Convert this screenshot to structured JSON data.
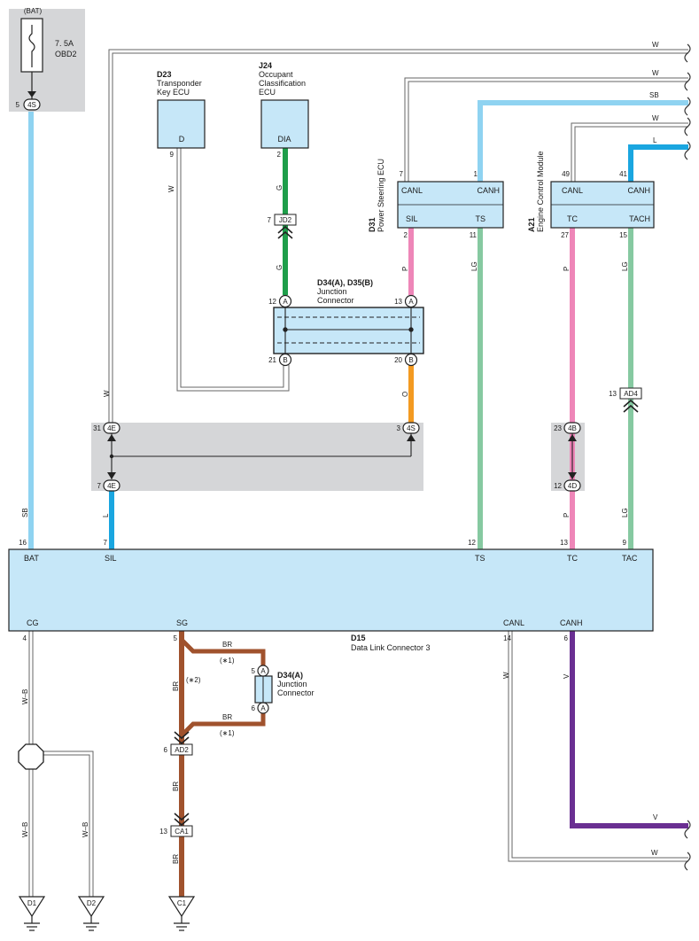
{
  "fuse": {
    "source": "(BAT)",
    "rating": "7. 5A",
    "name": "OBD2",
    "pin": "5",
    "connector": "4S"
  },
  "components": {
    "d23": {
      "code": "D23",
      "name1": "Transponder",
      "name2": "Key ECU",
      "pin_label": "D",
      "pin_num": "9"
    },
    "j24": {
      "code": "J24",
      "name1": "Occupant",
      "name2": "Classification",
      "name3": "ECU",
      "pin_label": "DIA",
      "pin_num": "2"
    },
    "d31": {
      "code": "D31",
      "name": "Power Steering ECU",
      "canl": "CANL",
      "canh": "CANH",
      "sil": "SIL",
      "ts": "TS",
      "canl_pin": "7",
      "canh_pin": "1",
      "sil_pin": "2",
      "ts_pin": "11"
    },
    "a21": {
      "code": "A21",
      "name": "Engine Control Module",
      "canl": "CANL",
      "canh": "CANH",
      "tc": "TC",
      "tach": "TACH",
      "canl_pin": "49",
      "canh_pin": "41",
      "tc_pin": "27",
      "tach_pin": "15"
    },
    "jc_main": {
      "code": "D34(A), D35(B)",
      "name1": "Junction",
      "name2": "Connector",
      "pin_a_left": "12",
      "pin_a_right": "13",
      "pin_b_left": "21",
      "pin_b_right": "20",
      "a": "A",
      "b": "B"
    },
    "jc_small": {
      "code": "D34(A)",
      "name1": "Junction",
      "name2": "Connector",
      "pin_top": "5",
      "pin_bottom": "6",
      "a": "A"
    },
    "dlc": {
      "code": "D15",
      "name": "Data Link Connector 3",
      "bat": "BAT",
      "sil": "SIL",
      "ts": "TS",
      "tc": "TC",
      "tac": "TAC",
      "cg": "CG",
      "sg": "SG",
      "canl": "CANL",
      "canh": "CANH",
      "bat_pin": "16",
      "sil_pin": "7",
      "ts_pin": "12",
      "tc_pin": "13",
      "tac_pin": "9",
      "cg_pin": "4",
      "sg_pin": "5",
      "canl_pin": "14",
      "canh_pin": "6"
    }
  },
  "inline_connectors": {
    "jd2": {
      "code": "JD2",
      "pin": "7"
    },
    "ad4": {
      "code": "AD4",
      "pin": "13"
    },
    "ad2": {
      "code": "AD2",
      "pin": "6"
    },
    "ca1": {
      "code": "CA1",
      "pin": "13"
    },
    "c4e_top": {
      "code": "4E",
      "pin": "31"
    },
    "c4e_bot": {
      "code": "4E",
      "pin": "7"
    },
    "c4s": {
      "code": "4S",
      "pin": "3"
    },
    "c4b": {
      "code": "4B",
      "pin": "23"
    },
    "c4d": {
      "code": "4D",
      "pin": "12"
    }
  },
  "grounds": {
    "d1": "D1",
    "d2": "D2",
    "c1": "C1"
  },
  "wire_labels": {
    "w_top1": "W",
    "w_top2": "W",
    "sb_top": "SB",
    "w_top3": "W",
    "l_top": "L",
    "w_d23": "W",
    "g_upper": "G",
    "g_lower": "G",
    "p_sil": "P",
    "lg_ts": "LG",
    "p_tc": "P",
    "lg_tach": "LG",
    "w_left": "W",
    "o": "O",
    "sb_bat": "SB",
    "l_sil": "L",
    "p_tc_low": "P",
    "lg_tac": "LG",
    "wb1": "W–B",
    "wb2": "W–B",
    "wb3": "W–B",
    "br_top": "BR",
    "br_bot": "BR",
    "br_mid": "BR",
    "br_low1": "BR",
    "br_low2": "BR",
    "note1a": "(∗1)",
    "note1b": "(∗1)",
    "note2": "(∗2)",
    "w_canl": "W",
    "v_canh": "V",
    "v_right": "V",
    "w_right": "W"
  },
  "colors": {
    "sky_blue": "#8fd3f1",
    "blue": "#1aa6e0",
    "green": "#1e9e4a",
    "pink": "#ee86b8",
    "light_green": "#86c9a1",
    "orange": "#f39a21",
    "brown": "#a0522d",
    "violet": "#6a2f92",
    "box_fill": "#c6e7f8",
    "shade": "#d5d6d8"
  }
}
